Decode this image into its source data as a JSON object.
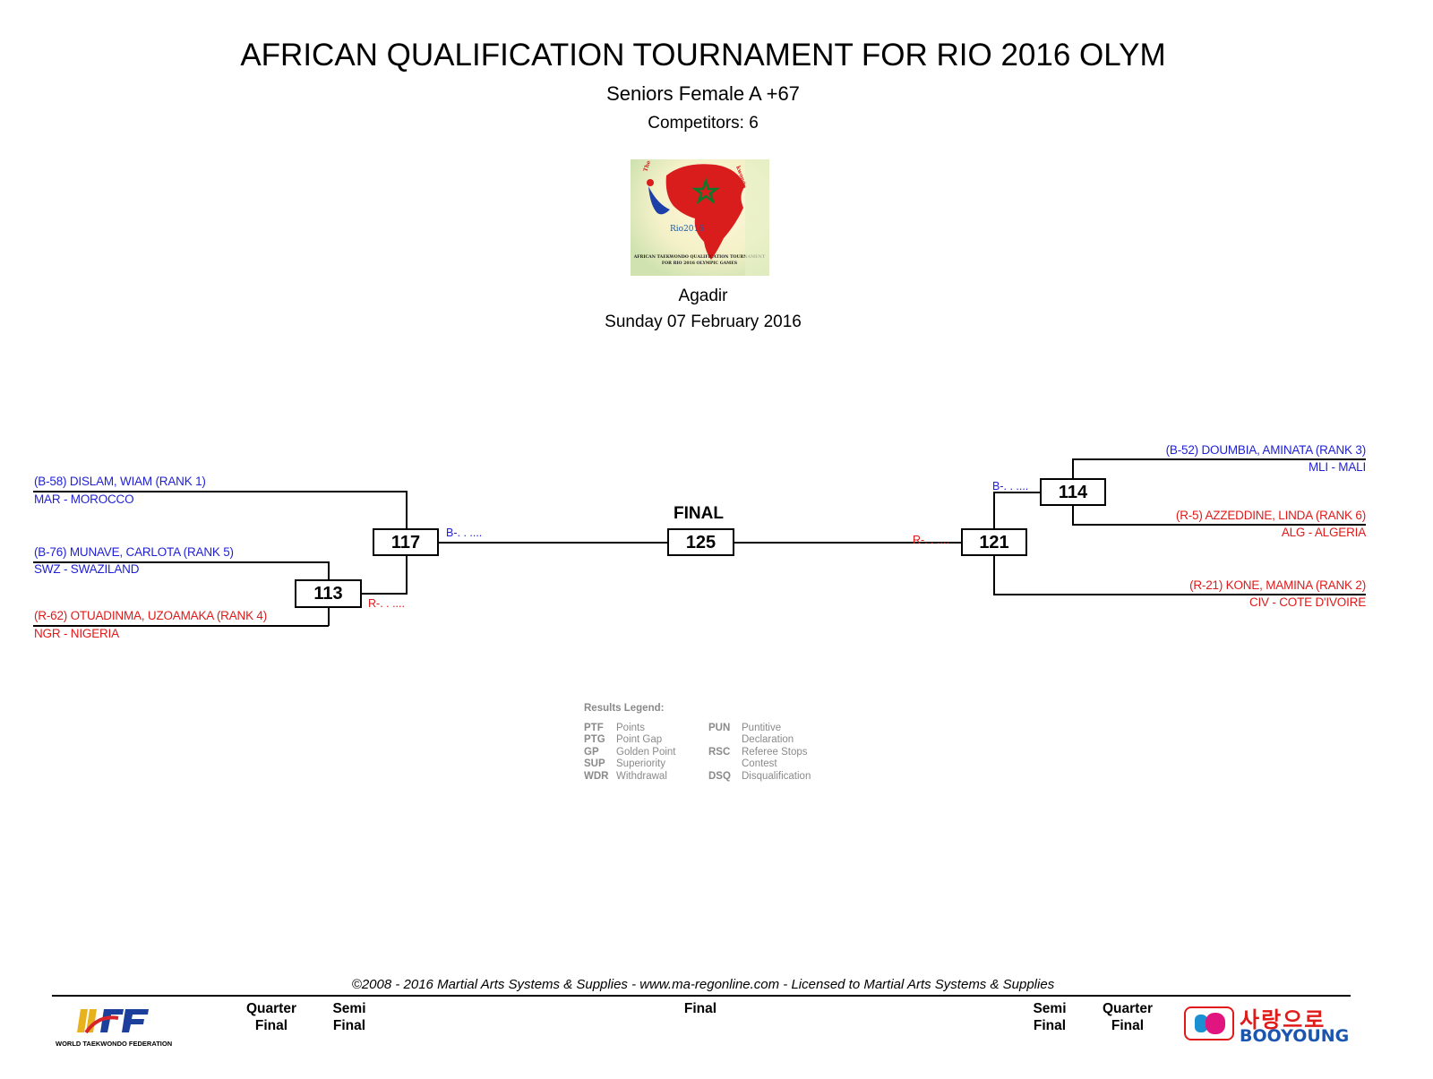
{
  "header": {
    "title": "AFRICAN QUALIFICATION TOURNAMENT FOR RIO 2016 OLYM",
    "category": "Seniors Female A +67",
    "competitors": "Competitors: 6",
    "venue": "Agadir",
    "date": "Sunday 07 February 2016"
  },
  "poster": {
    "caption_line1": "AFRICAN TAEKWONDO QUALIFICATION TOURNAMENT",
    "caption_line2": "FOR RIO 2016 OLYMPIC GAMES",
    "arc_left": "The Moro",
    "arc_right": "kwondo",
    "rio_text": "Rio2016"
  },
  "competitors": {
    "dislam": {
      "name": "(B-58) DISLAM, WIAM  (RANK 1)",
      "country": "MAR - MOROCCO"
    },
    "munave": {
      "name": "(B-76) MUNAVE, CARLOTA (RANK 5)",
      "country": "SWZ - SWAZILAND"
    },
    "otuadinma": {
      "name": "(R-62) OTUADINMA, UZOAMAKA (RANK 4)",
      "country": "NGR - NIGERIA"
    },
    "doumbia": {
      "name": "(B-52) DOUMBIA, AMINATA (RANK 3)",
      "country": "MLI - MALI"
    },
    "azzeddine": {
      "name": "(R-5) AZZEDDINE, LINDA (RANK 6)",
      "country": "ALG - ALGERIA"
    },
    "kone": {
      "name": "(R-21) KONE, MAMINA (RANK 2)",
      "country": "CIV - COTE D'IVOIRE"
    }
  },
  "matches": {
    "m113": "113",
    "m117": "117",
    "m125": "125",
    "m121": "121",
    "m114": "114"
  },
  "results": {
    "m117_out": "B-. . ....",
    "m113_out": "R-. . ....",
    "m121_in": "R-. . ....",
    "m114_out": "B-. . ...."
  },
  "final_label": "FINAL",
  "legend": {
    "title": "Results Legend:",
    "left": [
      {
        "code": "PTF",
        "desc": "Points"
      },
      {
        "code": "PTG",
        "desc": "Point Gap"
      },
      {
        "code": "GP",
        "desc": "Golden Point"
      },
      {
        "code": "SUP",
        "desc": "Superiority"
      },
      {
        "code": "WDR",
        "desc": "Withdrawal"
      }
    ],
    "right": [
      {
        "code": "PUN",
        "desc": "Puntitive"
      },
      {
        "code": "",
        "desc": "Declaration"
      },
      {
        "code": "RSC",
        "desc": "Referee Stops"
      },
      {
        "code": "",
        "desc": "Contest"
      },
      {
        "code": "DSQ",
        "desc": "Disqualification"
      }
    ]
  },
  "footer": {
    "copyright": "©2008 - 2016 Martial Arts Systems & Supplies - www.ma-regonline.com - Licensed to Martial Arts Systems & Supplies",
    "rounds": {
      "qf_left": "Quarter\nFinal",
      "sf_left": "Semi\nFinal",
      "final": "Final",
      "sf_right": "Semi\nFinal",
      "qf_right": "Quarter\nFinal"
    },
    "wtf_caption": "WORLD TAEKWONDO FEDERATION",
    "sponsor_korean": "사랑으로",
    "sponsor_name": "BOOYOUNG"
  },
  "colors": {
    "blue": "#1f1fd6",
    "red": "#e01919",
    "legend_grey": "#8a8a8a"
  }
}
